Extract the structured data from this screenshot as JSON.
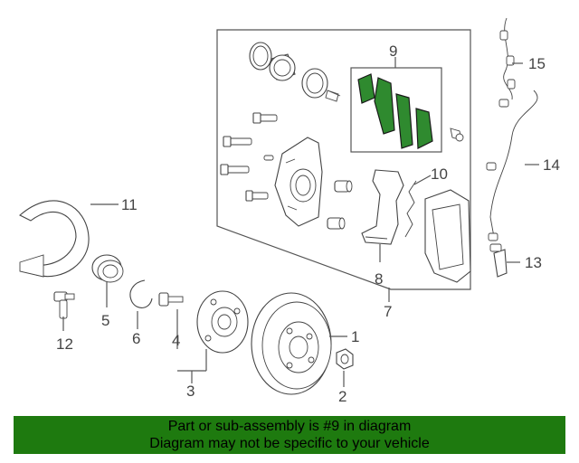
{
  "callouts": {
    "c1": "1",
    "c2": "2",
    "c3": "3",
    "c4": "4",
    "c5": "5",
    "c6": "6",
    "c7": "7",
    "c8": "8",
    "c9": "9",
    "c10": "10",
    "c11": "11",
    "c12": "12",
    "c13": "13",
    "c14": "14",
    "c15": "15"
  },
  "highlighted_part": "9",
  "colors": {
    "highlight": "#2f8a2f",
    "banner": "#1e7a0f"
  },
  "banner": {
    "line1": "Part or sub-assembly is #9 in diagram",
    "line2": "Diagram may not be specific to your vehicle"
  }
}
